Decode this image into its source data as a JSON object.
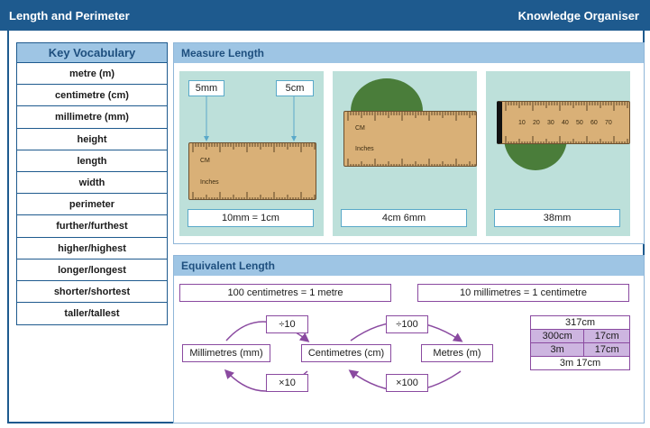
{
  "header": {
    "title": "Length and Perimeter",
    "subtitle": "Knowledge Organiser"
  },
  "vocabulary": {
    "title": "Key Vocabulary",
    "items": [
      "metre (m)",
      "centimetre (cm)",
      "millimetre (mm)",
      "height",
      "length",
      "width",
      "perimeter",
      "further/furthest",
      "higher/highest",
      "longer/longest",
      "shorter/shortest",
      "taller/tallest"
    ]
  },
  "measure": {
    "title": "Measure Length",
    "tile1": {
      "tag_left": "5mm",
      "tag_right": "5cm",
      "caption": "10mm = 1cm",
      "ruler_cm": "CM",
      "ruler_inches": "Inches"
    },
    "tile2": {
      "caption": "4cm 6mm",
      "ruler_cm": "CM",
      "ruler_inches": "Inches"
    },
    "tile3": {
      "caption": "38mm",
      "ruler_nums": [
        "10",
        "20",
        "30",
        "40",
        "50",
        "60",
        "70"
      ]
    },
    "colors": {
      "tile": "#bde0da",
      "wood": "#d9b077",
      "leaf": "#4a7d3a"
    }
  },
  "equivalent": {
    "title": "Equivalent Length",
    "fact1": "100 centimetres = 1 metre",
    "fact2": "10 millimetres = 1 centimetre",
    "units": {
      "mm": "Millimetres (mm)",
      "cm": "Centimetres (cm)",
      "m": "Metres (m)"
    },
    "ops": {
      "div10": "÷10",
      "div100": "÷100",
      "times10": "×10",
      "times100": "×100"
    },
    "table": {
      "top": "317cm",
      "r1a": "300cm",
      "r1b": "17cm",
      "r2a": "3m",
      "r2b": "17cm",
      "bottom": "3m 17cm"
    },
    "colors": {
      "border": "#8a4aa0",
      "shade": "#cdb5e0"
    }
  }
}
